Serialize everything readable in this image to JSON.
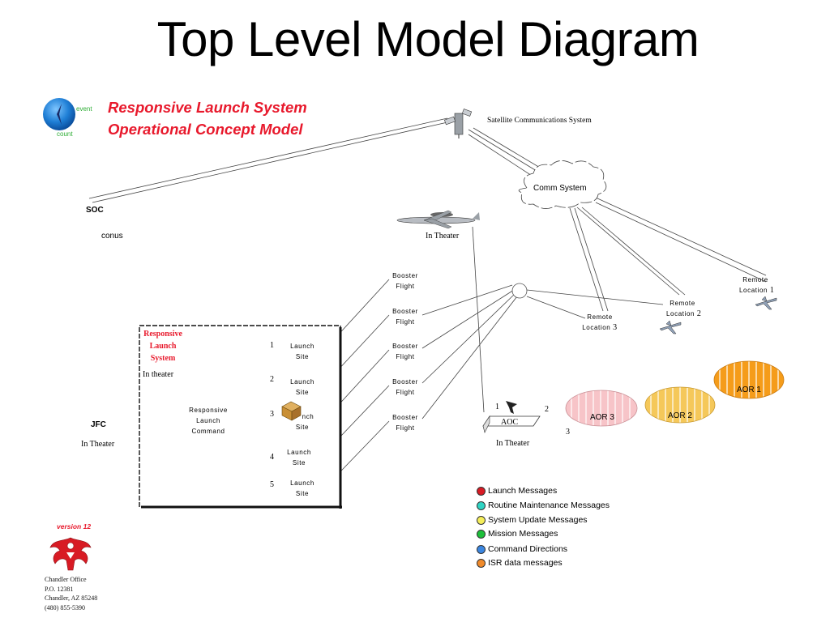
{
  "title": "Top Level Model Diagram",
  "subtitle": {
    "line1": "Responsive Launch System",
    "line2": "Operational Concept Model"
  },
  "logo": {
    "text_top": "event",
    "text_bottom": "count"
  },
  "nodes": {
    "satellite": "Satellite Communications System",
    "comm_system": "Comm System",
    "soc": "SOC",
    "conus": "conus",
    "aircraft_in_theater": "In Theater",
    "remote_location_1": [
      "Remote",
      "Location",
      "1"
    ],
    "remote_location_2": [
      "Remote",
      "Location",
      "2"
    ],
    "remote_location_3": [
      "Remote",
      "Location",
      "3"
    ],
    "booster_flight": [
      "Booster",
      "Flight"
    ],
    "jfc": "JFC",
    "jfc_in_theater": "In Theater",
    "aoc": "AOC",
    "aoc_in_theater": "In Theater",
    "aoc_num_1": "1",
    "aoc_num_2": "2",
    "aoc_num_3": "3"
  },
  "rls_box": {
    "title_lines": [
      "Responsive",
      "Launch",
      "System"
    ],
    "in_theater": "In theater",
    "command": [
      "Responsive",
      "Launch",
      "Command"
    ],
    "sites": [
      {
        "num": "1",
        "lines": [
          "Launch",
          "Site"
        ]
      },
      {
        "num": "2",
        "lines": [
          "Launch",
          "Site"
        ]
      },
      {
        "num": "3",
        "lines": [
          "nch",
          "Site"
        ]
      },
      {
        "num": "4",
        "lines": [
          "Launch",
          "Site"
        ]
      },
      {
        "num": "5",
        "lines": [
          "Launch",
          "Site"
        ]
      }
    ]
  },
  "aors": [
    {
      "label": "AOR 1",
      "color": "#f59c1a"
    },
    {
      "label": "AOR 2",
      "color": "#f5c85a"
    },
    {
      "label": "AOR 3",
      "color": "#f7c4c8"
    }
  ],
  "legend": [
    {
      "label": "Launch Messages",
      "color": "#d81b24"
    },
    {
      "label": "Routine Maintenance Messages",
      "color": "#2fd4c4"
    },
    {
      "label": "System Update Messages",
      "color": "#f5ee5a"
    },
    {
      "label": "Mission Messages",
      "color": "#1dbf3a"
    },
    {
      "label": "Command Directions",
      "color": "#3b86e0"
    },
    {
      "label": "ISR data messages",
      "color": "#f08a2a"
    }
  ],
  "version": "version 12",
  "footer": {
    "line1": "Chandler Office",
    "line2": "P.O. 12381",
    "line3": "Chandler, AZ 85248",
    "line4": "(480) 855-5390"
  }
}
